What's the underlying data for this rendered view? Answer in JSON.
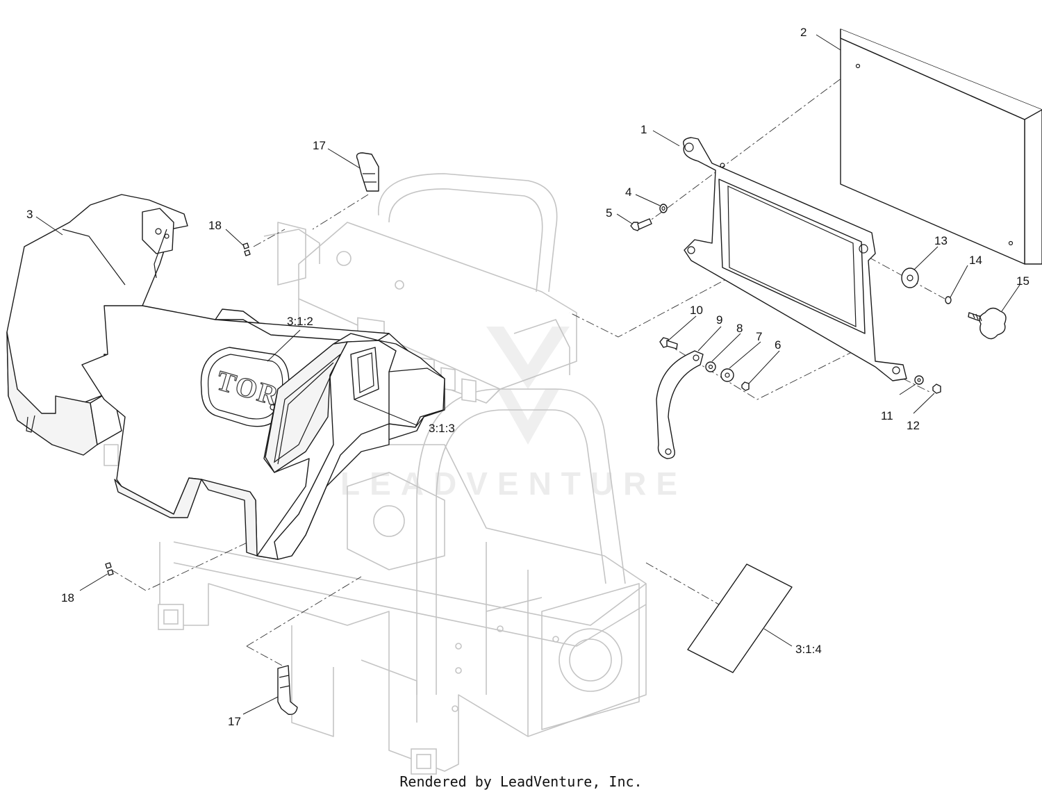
{
  "diagram": {
    "logo_text": "TORO",
    "watermark": "LEADVENTURE",
    "callouts": {
      "c1": "1",
      "c2": "2",
      "c3": "3",
      "c4": "4",
      "c5": "5",
      "c6": "6",
      "c7": "7",
      "c8": "8",
      "c9": "9",
      "c10": "10",
      "c11": "11",
      "c12": "12",
      "c13": "13",
      "c14": "14",
      "c15": "15",
      "c17_top": "17",
      "c17_bottom": "17",
      "c18_top": "18",
      "c18_bottom": "18",
      "c312": "3:1:2",
      "c313": "3:1:3",
      "c314": "3:1:4"
    }
  },
  "footer": {
    "text": "Rendered by LeadVenture, Inc."
  }
}
